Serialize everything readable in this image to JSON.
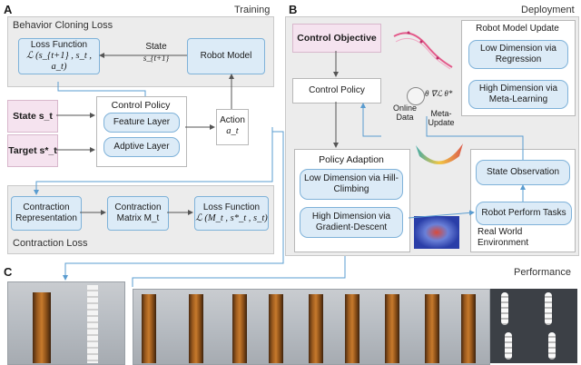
{
  "panels": {
    "a": {
      "letter": "A",
      "title": "Training",
      "behavior_cloning": {
        "title": "Behavior Cloning Loss",
        "loss_function": {
          "label": "Loss Function",
          "formula": "ℒ (s_{t+1} , s_t , a_t)"
        },
        "state_label": "State",
        "state_symbol": "s_{t+1}",
        "robot_model": "Robot Model"
      },
      "state_st": "State  s_t",
      "target_st": "Target  s*_t",
      "control_policy": {
        "title": "Control Policy",
        "feature_layer": "Feature Layer",
        "adaptive_layer": "Adptive Layer"
      },
      "action": {
        "label": "Action",
        "symbol": "a_t"
      },
      "contraction": {
        "representation": "Contraction Representation",
        "matrix": "Contraction Matrix M_t",
        "loss_function": {
          "label": "Loss Function",
          "formula": "ℒ (M_t , s*_t , s_t)"
        },
        "title": "Contraction Loss"
      }
    },
    "b": {
      "letter": "B",
      "title": "Deployment",
      "control_objective": "Control Objective",
      "control_policy": "Control Policy",
      "robot_model_update": {
        "title": "Robot Model Update",
        "low_dim": "Low Dimension via Regression",
        "high_dim": "High Dimension via Meta-Learning"
      },
      "online_data": "Online Data",
      "meta_update": "Meta-Update",
      "meta_symbols": "θ   ∇ℒ   θ*",
      "policy_adaption": {
        "title": "Policy Adaption",
        "low_dim": "Low Dimension via Hill-Climbing",
        "high_dim": "High Dimension via Gradient-Descent"
      },
      "state_observation": "State Observation",
      "robot_perform_tasks": "Robot Perform Tasks",
      "real_world": "Real World Environment"
    },
    "c": {
      "letter": "C",
      "title": "Performance"
    }
  },
  "colors": {
    "accent_blue": "#7fb2d9",
    "pill_fill": "#dcebf7",
    "pink_fill": "#f5e3ef",
    "grey_panel": "#ececec"
  }
}
